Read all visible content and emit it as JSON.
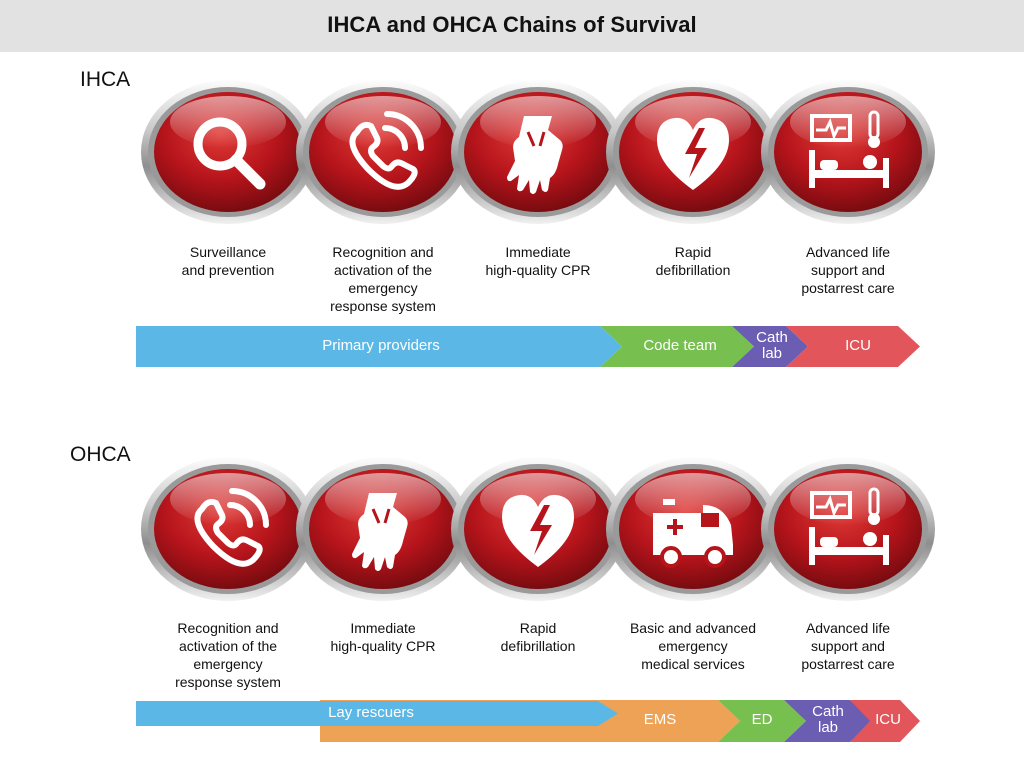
{
  "title": "IHCA and OHCA Chains of Survival",
  "colors": {
    "link_red": "#b5141b",
    "primary": "#5bb8e6",
    "code_team": "#77bf4f",
    "cath": "#6a5db2",
    "icu": "#e2555a",
    "ems": "#eea256",
    "ed": "#77bf4f"
  },
  "ihca": {
    "label": "IHCA",
    "links": [
      {
        "icon": "magnifier-icon",
        "caption": "Surveillance\nand prevention"
      },
      {
        "icon": "phone-icon",
        "caption": "Recognition and\nactivation of the\nemergency\nresponse system"
      },
      {
        "icon": "cpr-hands-icon",
        "caption": "Immediate\nhigh-quality CPR"
      },
      {
        "icon": "heart-bolt-icon",
        "caption": "Rapid\ndefibrillation"
      },
      {
        "icon": "hospital-bed-icon",
        "caption": "Advanced life\nsupport and\npostarrest care"
      }
    ],
    "bands": [
      {
        "label": "Primary providers"
      },
      {
        "label": "Code team"
      },
      {
        "label": "Cath\nlab"
      },
      {
        "label": "ICU"
      }
    ]
  },
  "ohca": {
    "label": "OHCA",
    "links": [
      {
        "icon": "phone-icon",
        "caption": "Recognition and\nactivation of the\nemergency\nresponse system"
      },
      {
        "icon": "cpr-hands-icon",
        "caption": "Immediate\nhigh-quality CPR"
      },
      {
        "icon": "heart-bolt-icon",
        "caption": "Rapid\ndefibrillation"
      },
      {
        "icon": "ambulance-icon",
        "caption": "Basic and advanced\nemergency\nmedical services"
      },
      {
        "icon": "hospital-bed-icon",
        "caption": "Advanced life\nsupport and\npostarrest care"
      }
    ],
    "bands": [
      {
        "label": "Lay rescuers"
      },
      {
        "label": "EMS"
      },
      {
        "label": "ED"
      },
      {
        "label": "Cath\nlab"
      },
      {
        "label": "ICU"
      }
    ]
  }
}
